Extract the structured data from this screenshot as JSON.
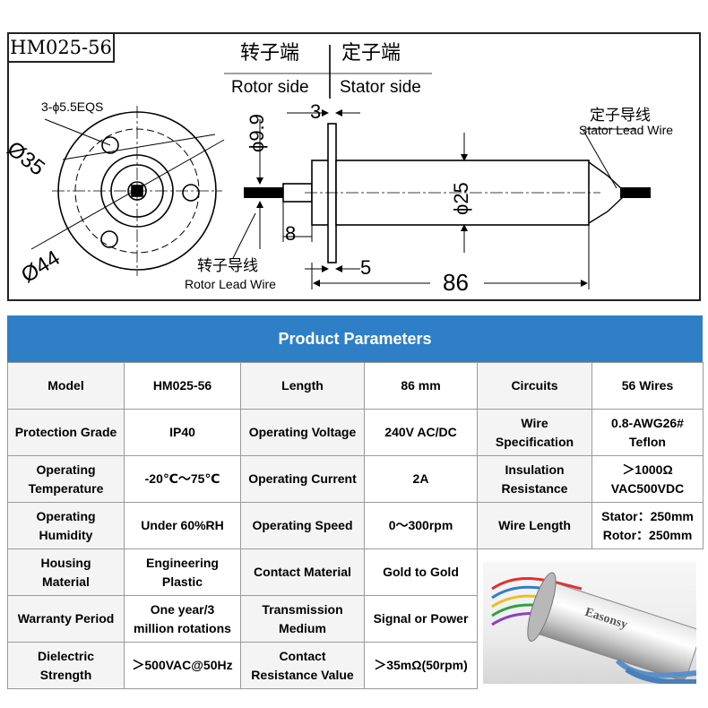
{
  "drawing": {
    "model": "HM025-56",
    "rotor_side_cn": "转子端",
    "rotor_side_en": "Rotor side",
    "stator_side_cn": "定子端",
    "stator_side_en": "Stator side",
    "holes_label": "3-ϕ5.5EQS",
    "dim_d35": "Ø35",
    "dim_d44": "Ø44",
    "dim_phi99": "ϕ9.9",
    "dim_3": "3",
    "dim_phi25": "ϕ25",
    "dim_8": "8",
    "dim_5": "5",
    "dim_86": "86",
    "stator_wire_cn": "定子导线",
    "stator_wire_en": "Stator Lead Wire",
    "rotor_wire_cn": "转子导线",
    "rotor_wire_en": "Rotor Lead Wire"
  },
  "table": {
    "title": "Product Parameters",
    "rows": [
      [
        "Model",
        "HM025-56",
        "Length",
        "86 mm",
        "Circuits",
        "56 Wires"
      ],
      [
        "Protection Grade",
        "IP40",
        "Operating Voltage",
        "240V AC/DC",
        "Wire\nSpecification",
        "0.8-AWG26#\nTeflon"
      ],
      [
        "Operating\nTemperature",
        "-20℃～75℃",
        "Operating Current",
        "2A",
        "Insulation\nResistance",
        "＞1000Ω\nVAC500VDC"
      ],
      [
        "Operating\nHumidity",
        "Under 60%RH",
        "Operating Speed",
        "0～300rpm",
        "Wire Length",
        "Stator：250mm\nRotor：250mm"
      ],
      [
        "Housing\nMaterial",
        "Engineering\nPlastic",
        "Contact Material",
        "Gold to Gold"
      ],
      [
        "Warranty Period",
        "One year/3\nmillion rotations",
        "Transmission\nMedium",
        "Signal or Power"
      ],
      [
        "Dielectric\nStrength",
        "＞500VAC@50Hz",
        "Contact\nResistance Value",
        "＞35mΩ(50rpm)"
      ]
    ]
  },
  "photo": {
    "brand": "Easonsy"
  }
}
